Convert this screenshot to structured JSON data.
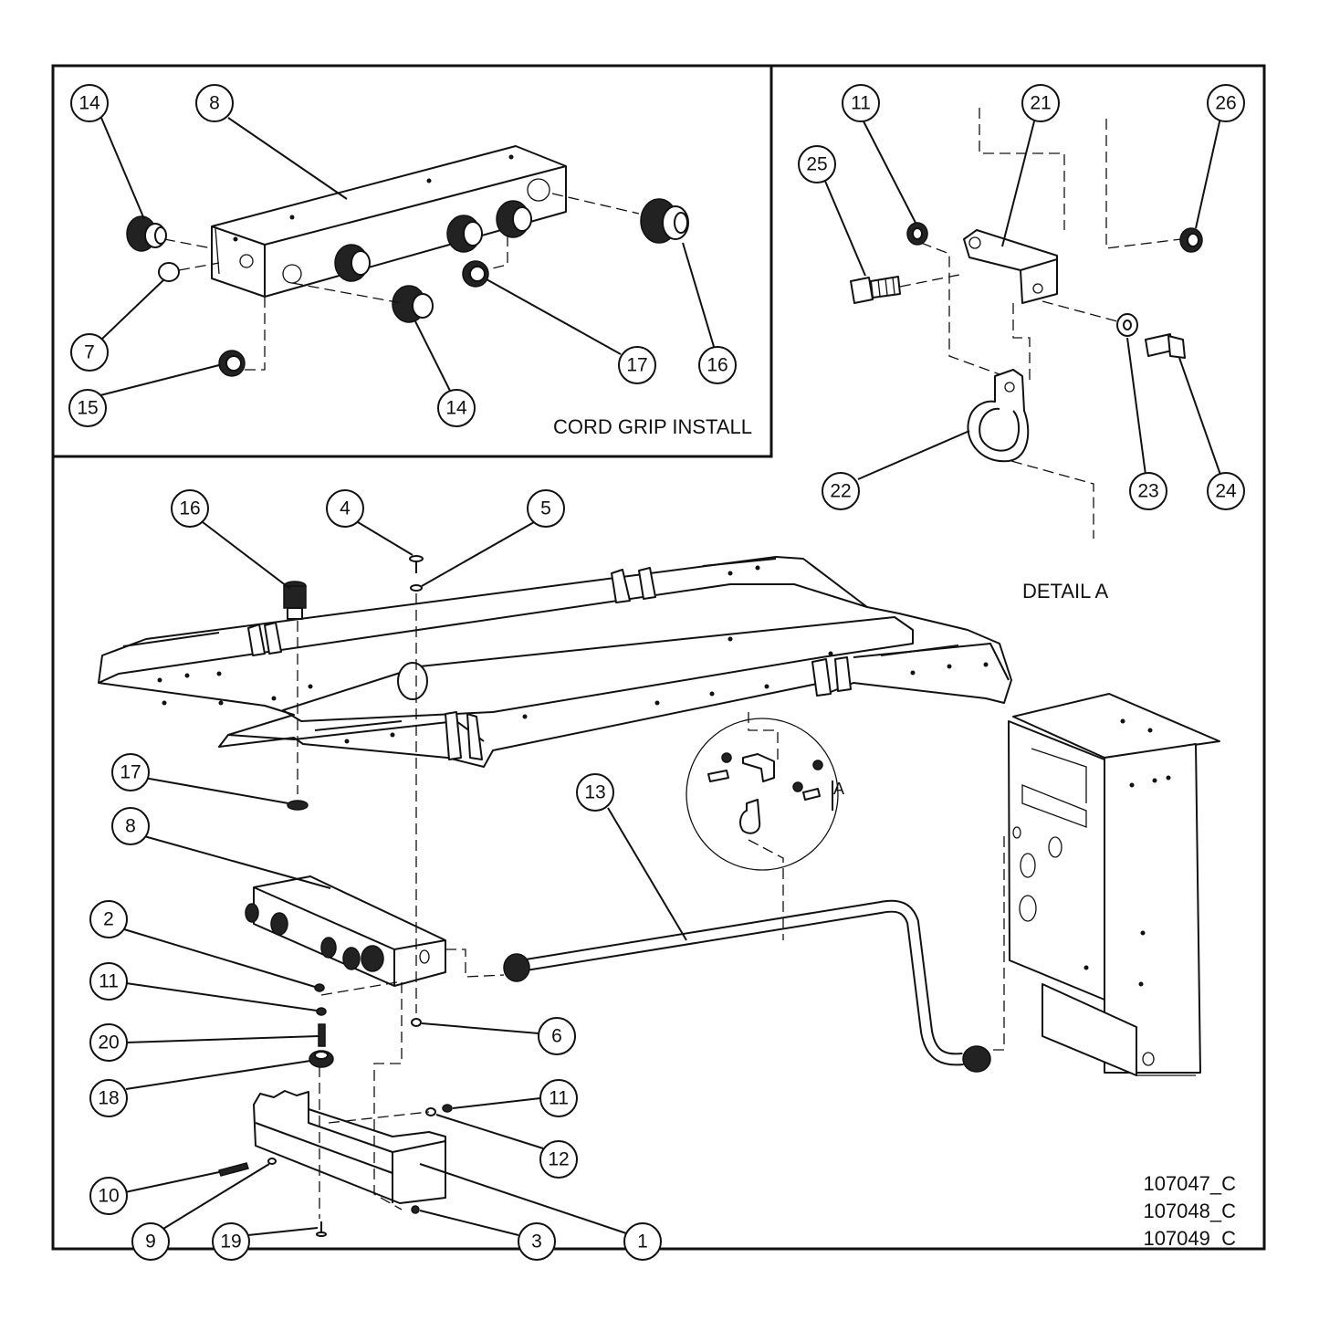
{
  "panels": {
    "cord_grip": {
      "title": "CORD GRIP INSTALL"
    },
    "detail": {
      "title": "DETAIL A",
      "callout_letter": "A"
    }
  },
  "balloons": {
    "cg_14_top": "14",
    "cg_8": "8",
    "cg_7": "7",
    "cg_15": "15",
    "cg_14_bot": "14",
    "cg_17": "17",
    "cg_16": "16",
    "da_11": "11",
    "da_21": "21",
    "da_26": "26",
    "da_25": "25",
    "da_22": "22",
    "da_23": "23",
    "da_24": "24",
    "m_16": "16",
    "m_4": "4",
    "m_5": "5",
    "m_17": "17",
    "m_8": "8",
    "m_13": "13",
    "m_2": "2",
    "m_11a": "11",
    "m_20": "20",
    "m_18": "18",
    "m_6": "6",
    "m_11b": "11",
    "m_12": "12",
    "m_10": "10",
    "m_9": "9",
    "m_19": "19",
    "m_3": "3",
    "m_1": "1"
  },
  "document_numbers": [
    "107047_C",
    "107048_C",
    "107049_C"
  ]
}
